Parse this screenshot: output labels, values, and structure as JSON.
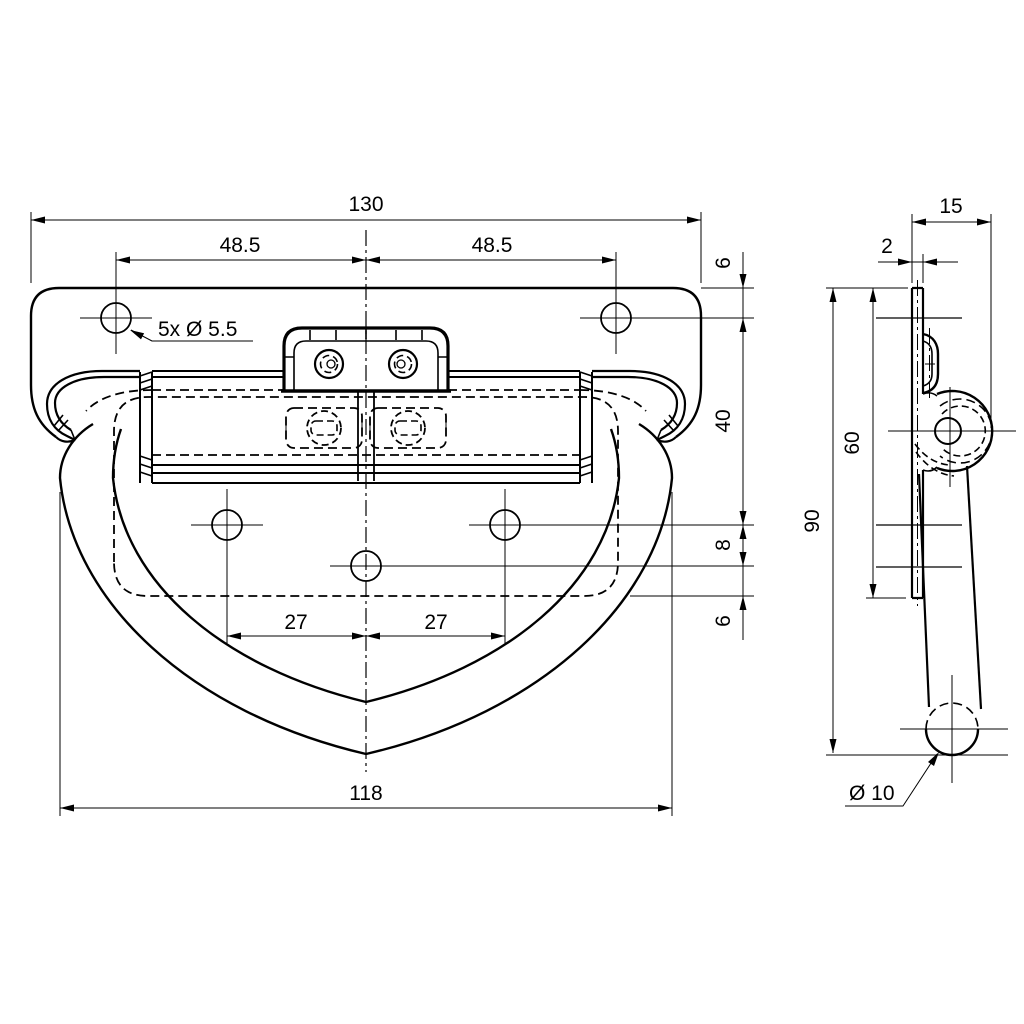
{
  "drawing": {
    "colors": {
      "background": "#ffffff",
      "line": "#000000"
    },
    "front_view": {
      "overall_width": "130",
      "hole_spacing_left": "48.5",
      "hole_spacing_right": "48.5",
      "hole_callout": "5x Ø 5.5",
      "edge_to_hole_row": "6",
      "hole_row_to_lower_row": "40",
      "lower_row_to_center_hole": "8",
      "center_hole_to_plate_edge": "6",
      "lower_hole_spacing_left": "27",
      "lower_hole_spacing_right": "27",
      "handle_width": "118"
    },
    "side_view": {
      "overall_depth": "15",
      "plate_thickness": "2",
      "plate_height": "60",
      "overall_height": "90",
      "grip_diameter": "Ø 10"
    }
  }
}
